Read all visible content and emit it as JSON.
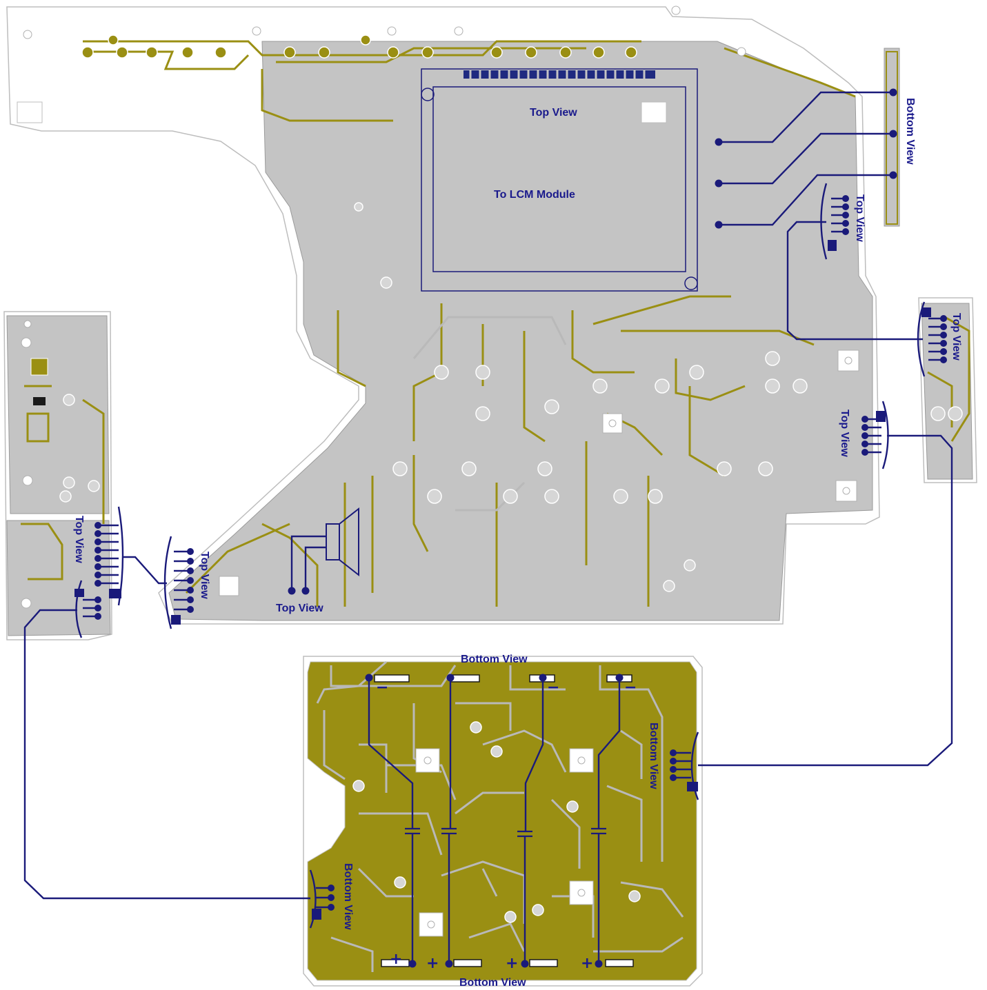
{
  "labels": {
    "lcm_top_view": "Top View",
    "lcm_module": "To LCM  Module",
    "right_bottom_view": "Bottom View",
    "right_top_view_1": "Top View",
    "right_top_view_2": "Top View",
    "right_top_view_3": "Top View",
    "left_top_view_1": "Top View",
    "left_top_view_2": "Top View",
    "speaker_top_view": "Top View",
    "batt_bottom_view_top": "Bottom View",
    "batt_bottom_view_right": "Bottom View",
    "batt_bottom_view_left": "Bottom View",
    "batt_bottom_view_bottom": "Bottom View"
  },
  "polarity": {
    "minus": "−",
    "plus": "+"
  },
  "colors": {
    "wire": "#1a1a7a",
    "copper_olive": "#9a8f13",
    "board_gray": "#c4c4c4",
    "label_navy": "#1a1a8c"
  },
  "icons": {
    "speaker": "speaker-icon",
    "connector": "connector-icon",
    "mount_hole": "mount-hole-icon"
  }
}
